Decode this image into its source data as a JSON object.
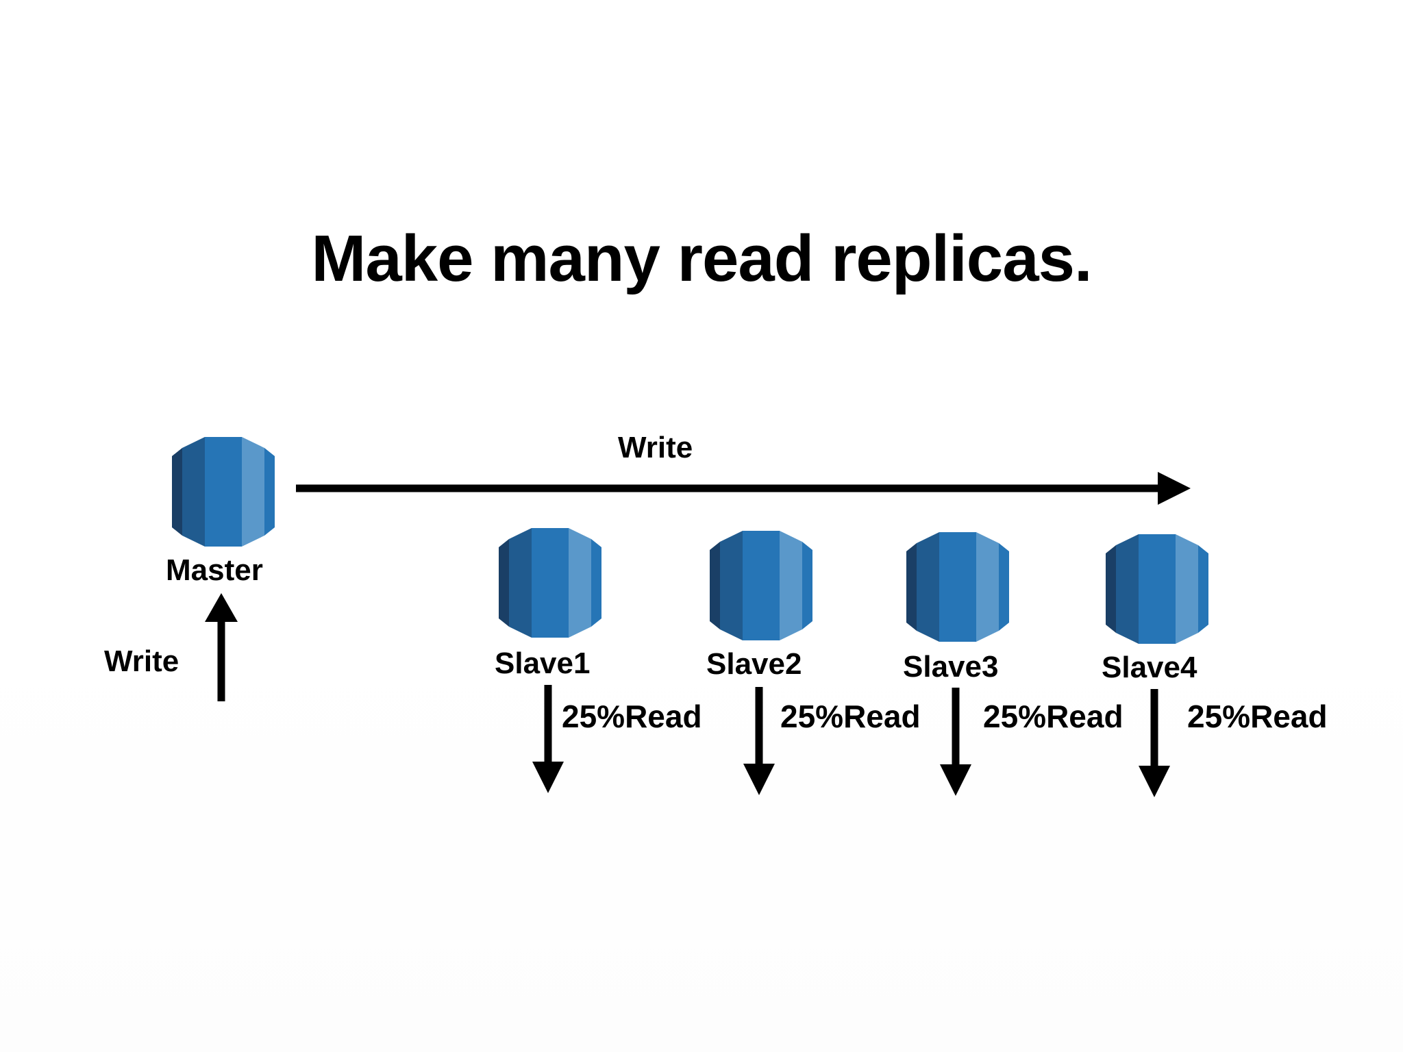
{
  "title": "Make many read replicas.",
  "master": {
    "label": "Master"
  },
  "write_in_label": "Write",
  "write_replication_label": "Write",
  "replicas": [
    {
      "label": "Slave1",
      "read_label": "25%Read"
    },
    {
      "label": "Slave2",
      "read_label": "25%Read"
    },
    {
      "label": "Slave3",
      "read_label": "25%Read"
    },
    {
      "label": "Slave4",
      "read_label": "25%Read"
    }
  ],
  "icons": {
    "database": "database-cylinder-icon"
  },
  "colors": {
    "icon_dark": "#1a3f66",
    "icon_mid_dark": "#205b8f",
    "icon_mid": "#2675b6",
    "icon_light": "#5a98ca",
    "arrow": "#000000",
    "text": "#000000"
  }
}
